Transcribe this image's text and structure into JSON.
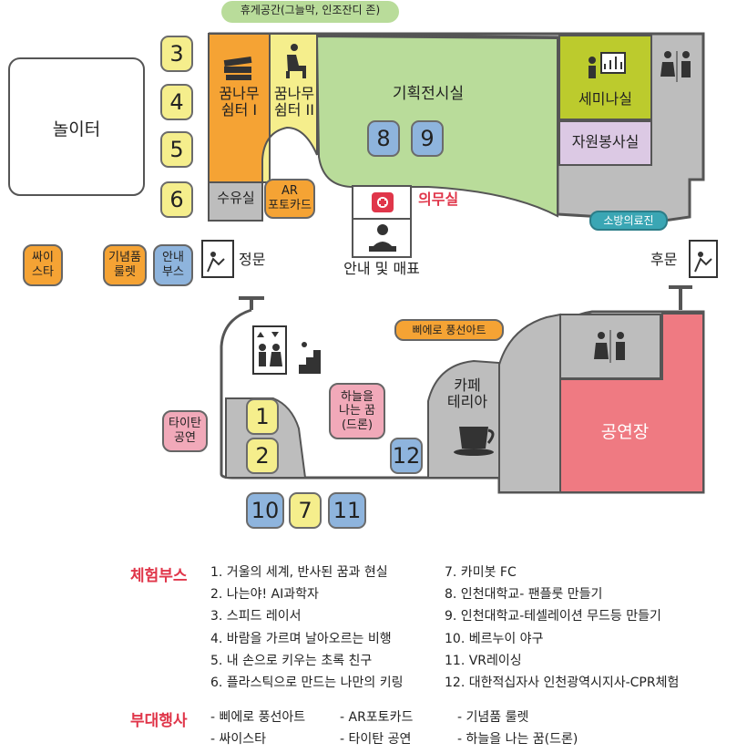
{
  "map": {
    "top_rest_area": "휴게공간(그늘막, 인조잔디 존)",
    "playground": "놀이터",
    "dream_shelter_1": [
      "꿈나무",
      "쉼터 I"
    ],
    "dream_shelter_2": [
      "꿈나무",
      "쉼터 II"
    ],
    "nursing_room": "수유실",
    "ar_photocard": [
      "AR",
      "포토카드"
    ],
    "exhibition_room": "기획전시실",
    "seminar_room": "세미나실",
    "volunteer_room": "자원봉사실",
    "medical_room": "의무실",
    "info_store": "안내 및 매표",
    "fire_medical": "소방의료진",
    "main_gate": "정문",
    "back_gate": "후문",
    "psy_star": [
      "싸이",
      "스타"
    ],
    "souvenir_roulette": [
      "기념품",
      "룰렛"
    ],
    "info_booth": [
      "안내",
      "부스"
    ],
    "balloon_art": "삐에로 풍선아트",
    "titan_show": [
      "타이탄",
      "공연"
    ],
    "drone": [
      "하늘을",
      "나는 꿈",
      "(드론)"
    ],
    "cafeteria": [
      "카페",
      "테리아"
    ],
    "performance_hall": "공연장",
    "booths": {
      "b3": "3",
      "b4": "4",
      "b5": "5",
      "b6": "6",
      "b8": "8",
      "b9": "9",
      "b1": "1",
      "b2": "2",
      "b12": "12",
      "b10": "10",
      "b7": "7",
      "b11": "11"
    }
  },
  "legend": {
    "experience_title": "체험부스",
    "experience_items": [
      "1.  거울의 세계, 반사된 꿈과 현실",
      "2. 나는야! AI과학자",
      "3. 스피드 레이서",
      "4. 바람을 가르며 날아오르는 비행",
      "5. 내 손으로 키우는 초록 친구",
      "6. 플라스틱으로 만드는 나만의 키링",
      "7. 카미봇 FC",
      "8. 인천대학교- 팬플룻 만들기",
      "9. 인천대학교-테셀레이션 무드등 만들기",
      "10. 베르누이 야구",
      "11. VR레이싱",
      "12. 대한적십자사 인천광역시지사-CPR체험"
    ],
    "events_title": "부대행사",
    "events_items": [
      "- 삐에로 풍선아트",
      "- AR포토카드",
      "- 기념품 룰렛",
      "- 싸이스타",
      "- 타이탄 공연",
      "- 하늘을 나는 꿈(드론)"
    ]
  },
  "colors": {
    "exhibition": "#b9dc9a",
    "wall": "#bdbdbd",
    "orange": "#f5a334",
    "yellow": "#f5ee8c",
    "blue": "#8eb4dd",
    "pink": "#f1a9b9",
    "hall": "#ef7a82",
    "seminar": "#bccb2d",
    "volunteer": "#dcc9e4",
    "teal": "#3aa6b4",
    "red_text": "#e0364a"
  }
}
